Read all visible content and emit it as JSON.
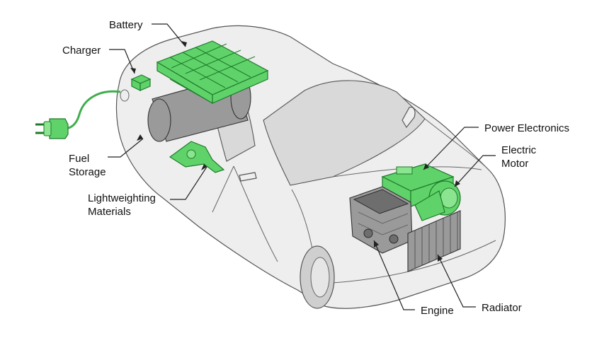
{
  "diagram": {
    "labels": {
      "battery": "Battery",
      "charger": "Charger",
      "fuel_storage_line1": "Fuel",
      "fuel_storage_line2": "Storage",
      "lightweighting_line1": "Lightweighting",
      "lightweighting_line2": "Materials",
      "power_electronics": "Power Electronics",
      "electric_motor_line1": "Electric",
      "electric_motor_line2": "Motor",
      "engine": "Engine",
      "radiator": "Radiator"
    },
    "colors": {
      "component_green": "#5fd36a",
      "component_outline": "#1f7a2a",
      "car_body": "#eeeeee",
      "label_text": "#111111"
    },
    "components": [
      {
        "name": "battery",
        "highlight": "green"
      },
      {
        "name": "charger",
        "highlight": "green"
      },
      {
        "name": "plug",
        "highlight": "green"
      },
      {
        "name": "fuel-tank",
        "highlight": "grey"
      },
      {
        "name": "lightweighting-part",
        "highlight": "green"
      },
      {
        "name": "power-electronics",
        "highlight": "green"
      },
      {
        "name": "electric-motor",
        "highlight": "green"
      },
      {
        "name": "engine",
        "highlight": "grey"
      },
      {
        "name": "radiator",
        "highlight": "grey"
      }
    ]
  }
}
